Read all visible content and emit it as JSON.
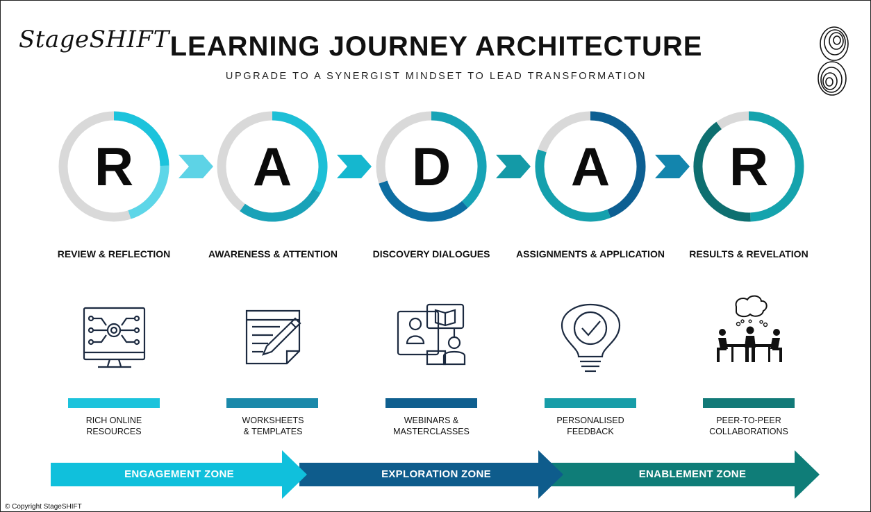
{
  "header": {
    "logo_text": "StageSHIFT",
    "title": "LEARNING JOURNEY ARCHITECTURE",
    "subtitle": "UPGRADE TO A SYNERGIST MINDSET TO LEAD TRANSFORMATION"
  },
  "phases": [
    {
      "letter": "R",
      "label": "REVIEW & REFLECTION",
      "progress": 0.45,
      "color": "#1cc3dc",
      "color2": "#5dd6e8",
      "arrow_color": "#5dd3e6",
      "resource": "RICH ONLINE\nRESOURCES",
      "resource_color": "#1cc3dc",
      "icon": "computer-network-icon"
    },
    {
      "letter": "A",
      "label": "AWARENESS & ATTENTION",
      "progress": 0.6,
      "color": "#1dbfd6",
      "color2": "#19a2b8",
      "arrow_color": "#15b7cf",
      "resource": "WORKSHEETS\n& TEMPLATES",
      "resource_color": "#1a89aa",
      "icon": "worksheet-pencil-icon"
    },
    {
      "letter": "D",
      "label": "DISCOVERY DIALOGUES",
      "progress": 0.7,
      "color": "#17a3b6",
      "color2": "#0d6ea2",
      "arrow_color": "#149aa7",
      "resource": "WEBINARS &\nMASTERCLASSES",
      "resource_color": "#0f5f8f",
      "icon": "webinar-icon"
    },
    {
      "letter": "A",
      "label": "ASSIGNMENTS & APPLICATION",
      "progress": 0.8,
      "color": "#0d5f92",
      "color2": "#15a0ad",
      "arrow_color": "#1385ad",
      "resource": "PERSONALISED\nFEEDBACK",
      "resource_color": "#179da8",
      "icon": "lightbulb-check-icon"
    },
    {
      "letter": "R",
      "label": "RESULTS & REVELATION",
      "progress": 0.9,
      "color": "#15a3ad",
      "color2": "#0e6f70",
      "arrow_color": null,
      "resource": "PEER-TO-PEER\nCOLLABORATIONS",
      "resource_color": "#127a78",
      "icon": "peer-meeting-icon"
    }
  ],
  "zones": [
    {
      "label": "ENGAGEMENT ZONE",
      "color": "#10c0dc"
    },
    {
      "label": "EXPLORATION ZONE",
      "color": "#0e5c8c"
    },
    {
      "label": "ENABLEMENT ZONE",
      "color": "#0f7d78"
    }
  ],
  "footer": {
    "copyright": "© Copyright StageSHIFT"
  }
}
